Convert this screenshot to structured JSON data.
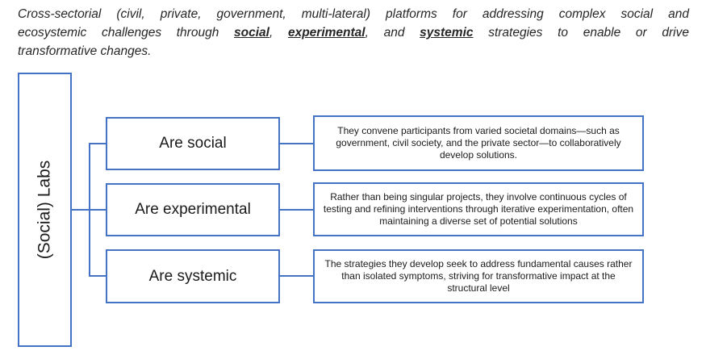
{
  "colors": {
    "border_blue": "#4472c4",
    "text": "#1a1a1a"
  },
  "header": {
    "line1": "Cross-sectorial (civil, private, government, multi-lateral) platforms for addressing complex social and",
    "line2": {
      "t1": "ecosystemic challenges through ",
      "k1": "social",
      "t2": ", ",
      "k2": "experimental",
      "t3": ", and ",
      "k3": "systemic",
      "t4": " strategies to enable or drive"
    },
    "line3": "transformative changes."
  },
  "diagram": {
    "root_label": "(Social) Labs",
    "rows": [
      {
        "label": "Are social",
        "description": "They convene participants from varied societal domains—such as government, civil society, and the private sector—to collaboratively develop solutions."
      },
      {
        "label": "Are experimental",
        "description": "Rather than being singular projects, they involve continuous cycles of testing and refining interventions through iterative experimentation, often maintaining a diverse set of potential solutions"
      },
      {
        "label": "Are systemic",
        "description": "The strategies they develop seek to address fundamental causes rather than isolated symptoms, striving for transformative impact at the structural level"
      }
    ]
  }
}
